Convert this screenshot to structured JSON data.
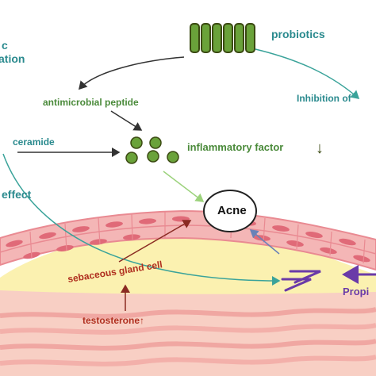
{
  "labels": {
    "probiotics": "probiotics",
    "left_top_1": "c",
    "left_top_2": "ation",
    "antimicrobial_peptide": "antimicrobial peptide",
    "inhibition": "Inhibition of",
    "ceramide": "ceramide",
    "inflammatory_factor": "inflammatory factor",
    "down_arrow": "↓",
    "effect": "effect",
    "acne": "Acne",
    "sebaceous_gland_cell": "sebaceous gland cell",
    "testosterone": "testosterone↑",
    "propi": "Propi"
  },
  "colors": {
    "teal_text": "#2a8a8e",
    "green_text": "#4a8a3a",
    "bacteria_green": "#6aa23a",
    "dark_olive": "#3b4a12",
    "red_text": "#b03020",
    "purple": "#6a3aa8",
    "arrow_grey": "#333333",
    "arrow_teal": "#3aa39a",
    "arrow_light_green": "#9cd27c",
    "arrow_dark_red": "#8a2a22",
    "sebum_yellow": "#fbf1b0",
    "skin_pink": "#f4b6b6",
    "skin_cell_red": "#e06a78"
  },
  "icons": [
    "probiotic-rod-bacteria-icon",
    "inflammatory-factor-dots-icon",
    "acne-lesion-icon",
    "propionibacterium-arrow-icon"
  ]
}
